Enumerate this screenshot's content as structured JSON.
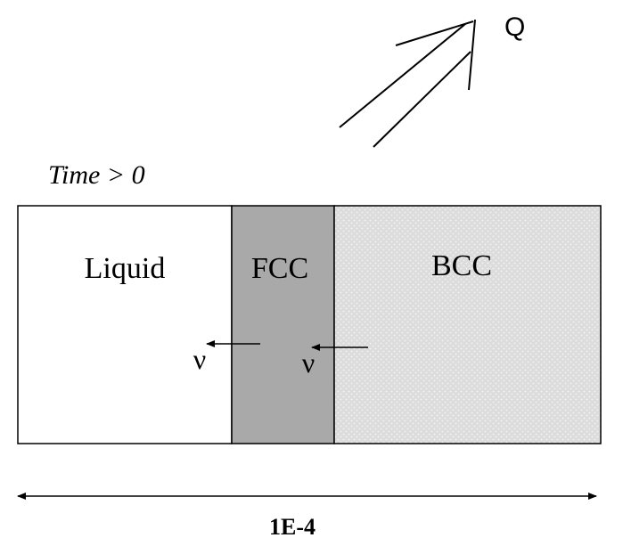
{
  "heat_flux_label": "Q",
  "time_label": "Time > 0",
  "phases": [
    {
      "label": "Liquid",
      "fill": "#ffffff"
    },
    {
      "label": "FCC",
      "fill": "#a9a9a9"
    },
    {
      "label": "BCC",
      "fill": "#dcdcdc",
      "dot_color": "#f4f4f4"
    }
  ],
  "interface_velocity_symbols": [
    "ν",
    "ν"
  ],
  "length_label": "1E-4",
  "colors": {
    "stroke": "#000000",
    "background": "#ffffff"
  }
}
